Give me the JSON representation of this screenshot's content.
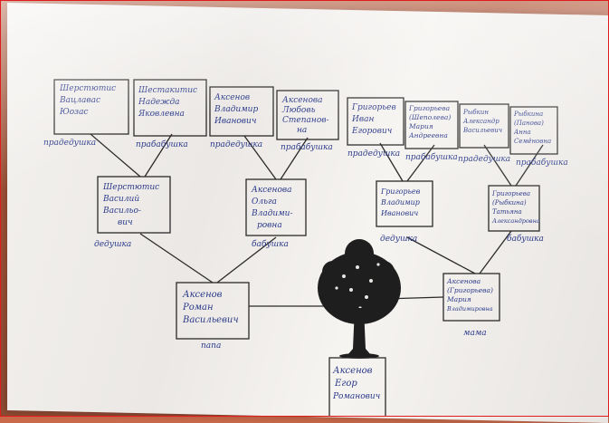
{
  "great_grandparents": [
    {
      "name": [
        "Шерстютис",
        "Вацлавас",
        "Юозас"
      ],
      "role": "прадедушка"
    },
    {
      "name": [
        "Шестакитис",
        "Надежда",
        "Яковлевна"
      ],
      "role": "прабабушка"
    },
    {
      "name": [
        "Аксенов",
        "Владимир",
        "Иванович"
      ],
      "role": "прадедушка"
    },
    {
      "name": [
        "Аксенова",
        "Любовь",
        "Степанов-",
        "на"
      ],
      "role": "прабабушка"
    },
    {
      "name": [
        "Григорьев",
        "Иван",
        "Егорович"
      ],
      "role": "прадедушка"
    },
    {
      "name": [
        "Григорьева",
        "(Шеполева)",
        "Мария",
        "Андреевна"
      ],
      "role": "прабабушка"
    },
    {
      "name": [
        "Рыбкин",
        "Александр",
        "Васильевич"
      ],
      "role": "прадедушка"
    },
    {
      "name": [
        "Рыбкина",
        "(Панова)",
        "Анна",
        "Семёновна"
      ],
      "role": "прабабушка"
    }
  ],
  "grandparents": [
    {
      "name": [
        "Шерстютис",
        "Василий",
        "Васильо-",
        "вич"
      ],
      "role": "дедушка"
    },
    {
      "name": [
        "Аксенова",
        "Ольга",
        "Владими-",
        "ровна"
      ],
      "role": "бабушка"
    },
    {
      "name": [
        "Григорьев",
        "Владимир",
        "Иванович"
      ],
      "role": "дедушка"
    },
    {
      "name": [
        "Григорьева",
        "(Рыбкина)",
        "Татьяна",
        "Александровна"
      ],
      "role": "бабушка"
    }
  ],
  "parents": [
    {
      "name": [
        "Аксенов",
        "Роман",
        "Васильевич"
      ],
      "role": "папа"
    },
    {
      "name": [
        "Аксенова",
        "(Григорьева)",
        "Мария",
        "Владимировна"
      ],
      "role": "мама"
    }
  ],
  "child": {
    "name": [
      "Аксенов",
      "Егор",
      "Романович"
    ]
  }
}
